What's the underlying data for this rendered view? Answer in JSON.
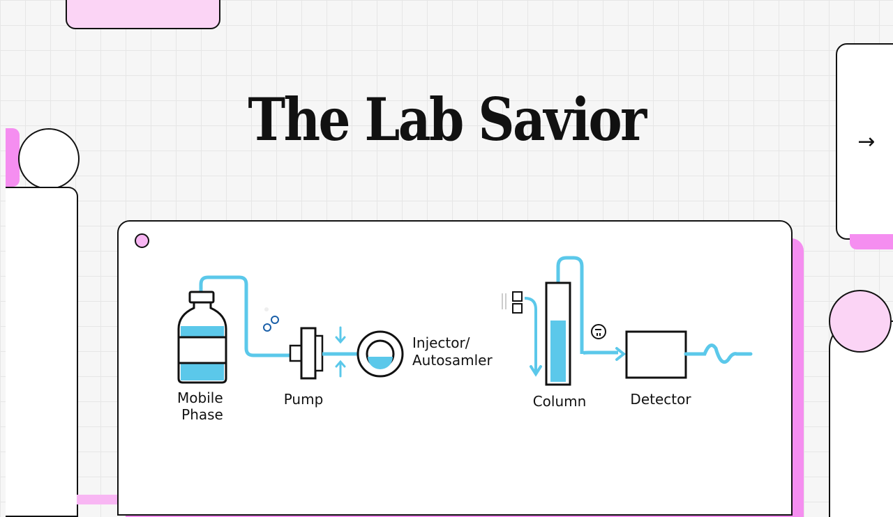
{
  "title": "The Lab Savior",
  "navigation": {
    "next_arrow": "→"
  },
  "diagram": {
    "mobile_phase_label": [
      "Mobile",
      "Phase"
    ],
    "pump_label": "Pump",
    "injector_label": [
      "Injector/",
      "Autosamler"
    ],
    "column_label": "Column",
    "detector_label": "Detector"
  },
  "colors": {
    "accent_pink": "#f58ef0",
    "light_pink": "#fbd4f5",
    "flow_blue": "#5bc8ea",
    "outline": "#111111"
  }
}
